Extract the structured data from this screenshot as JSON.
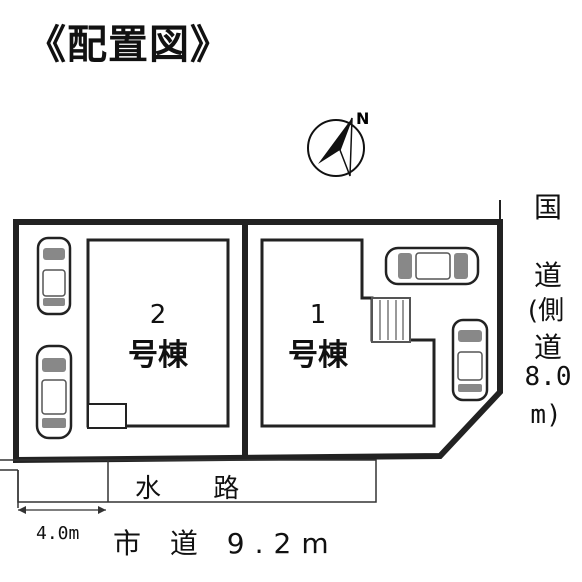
{
  "title": "《配置図》",
  "compass": {
    "north_label": "N"
  },
  "buildings": [
    {
      "number": "2",
      "name": "号棟"
    },
    {
      "number": "1",
      "name": "号棟"
    }
  ],
  "roads": {
    "national_road_chars": [
      "国",
      "道",
      "(側",
      "道",
      "8.0",
      "m)"
    ],
    "waterway": "水 路",
    "setback": "4.0m",
    "city_road": "市 道 9.2m"
  },
  "icons": [
    "car-icon",
    "stairs-icon",
    "compass-icon"
  ]
}
